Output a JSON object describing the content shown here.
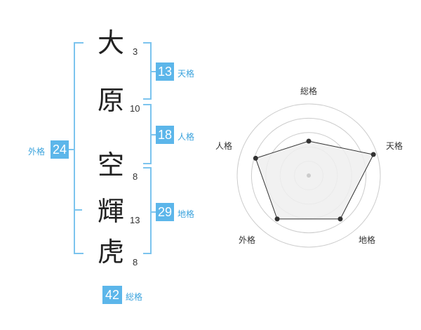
{
  "name": {
    "characters": [
      {
        "char": "大",
        "strokes": "3"
      },
      {
        "char": "原",
        "strokes": "10"
      },
      {
        "char": "空",
        "strokes": "8"
      },
      {
        "char": "輝",
        "strokes": "13"
      },
      {
        "char": "虎",
        "strokes": "8"
      }
    ]
  },
  "fortunes": {
    "tenkaku": {
      "value": "13",
      "label": "天格"
    },
    "jinkaku": {
      "value": "18",
      "label": "人格"
    },
    "chikaku": {
      "value": "29",
      "label": "地格"
    },
    "gaikaku": {
      "value": "24",
      "label": "外格"
    },
    "soukaku": {
      "value": "42",
      "label": "総格"
    }
  },
  "radar": {
    "axes": [
      "総格",
      "天格",
      "地格",
      "外格",
      "人格"
    ],
    "values": [
      0.48,
      0.95,
      0.75,
      0.75,
      0.78
    ],
    "colors": {
      "fill": "#efefef",
      "line": "#333333",
      "grid": "#cccccc",
      "point": "#333333"
    }
  }
}
